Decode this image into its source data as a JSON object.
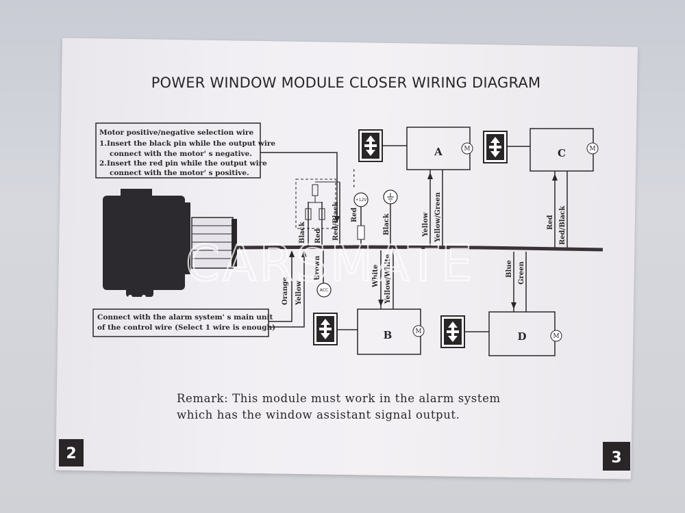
{
  "title": "POWER WINDOW MODULE CLOSER WIRING DIAGRAM",
  "motor_note": {
    "lines": [
      "Motor positive/negative selection wire",
      "1.Insert the black pin while the output wire",
      "connect with the motor' s negative.",
      "2.Insert the red pin while the output wire",
      "connect with the motor' s positive."
    ]
  },
  "alarm_note": {
    "lines": [
      "Connect with the alarm system' s main unit",
      "of the control wire (Select 1 wire is enough)"
    ]
  },
  "wires": {
    "orange": "Orange",
    "yellow": "Yellow",
    "black": "Black",
    "red": "Red",
    "brown": "Brown",
    "acc": "ACC",
    "red_black": "Red/Black",
    "fuse_red": "Red",
    "plus12v": "+12V",
    "ground_black": "Black",
    "a_yellow": "Yellow",
    "a_yellow_green": "Yellow/Green",
    "b_white": "White",
    "b_yellow_white": "Yellow/White",
    "c_red": "Red",
    "c_red_black": "Red/Black",
    "d_blue": "Blue",
    "d_green": "Green"
  },
  "windows": {
    "a": "A",
    "b": "B",
    "c": "C",
    "d": "D"
  },
  "motor_symbol": "M",
  "remark": {
    "line1": "Remark: This module must work in the alarm system",
    "line2": "which has the window assistant signal output."
  },
  "page_left": "2",
  "page_right": "3",
  "watermark": "CARSMATE"
}
